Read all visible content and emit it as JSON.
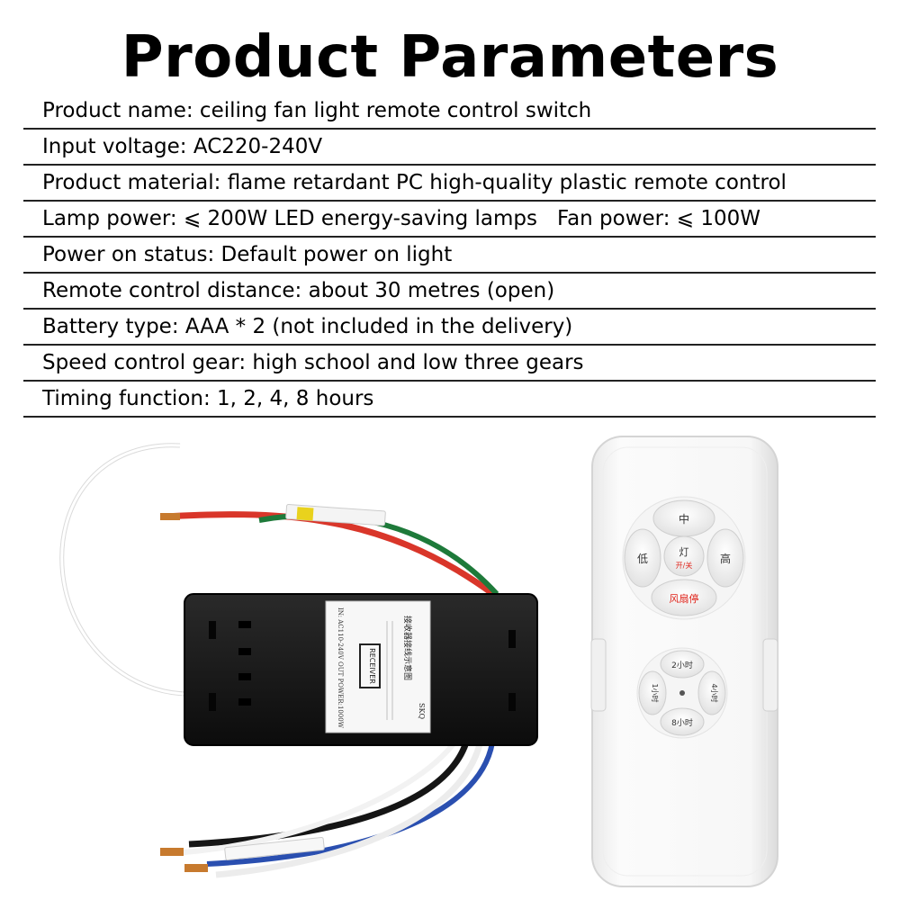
{
  "title": "Product Parameters",
  "specs": [
    {
      "text": "Product name: ceiling fan light remote control switch"
    },
    {
      "text": "Input voltage: AC220-240V"
    },
    {
      "text": "Product material: flame retardant PC high-quality plastic remote control"
    },
    {
      "text": "Lamp power: ⩽ 200W LED energy-saving lamps",
      "text2": "Fan power: ⩽ 100W"
    },
    {
      "text": "Power on status: Default power on light"
    },
    {
      "text": "Remote control distance: about 30 metres (open)"
    },
    {
      "text": "Battery type: AAA * 2 (not included in the delivery)"
    },
    {
      "text": "Speed control gear: high school and low three gears"
    },
    {
      "text": "Timing function: 1, 2, 4, 8 hours"
    }
  ],
  "receiver": {
    "label_main": "接收器接线示意图",
    "label_sub": "RECEIVER",
    "label_brand": "SKQ",
    "label_rating": "IN: AC110-240V OUT POWER:1000W"
  },
  "remote": {
    "btn_mid": "中",
    "btn_low": "低",
    "btn_high": "高",
    "btn_light": "灯",
    "btn_onoff": "开/关",
    "btn_fan_stop": "风扇停",
    "btn_2h": "2小时",
    "btn_1h": "1小时",
    "btn_4h": "4小时",
    "btn_8h": "8小时"
  },
  "colors": {
    "wire_red": "#d9362a",
    "wire_green": "#1e7a3a",
    "wire_blue": "#2a4fb0",
    "accent_red": "#e0241b"
  }
}
